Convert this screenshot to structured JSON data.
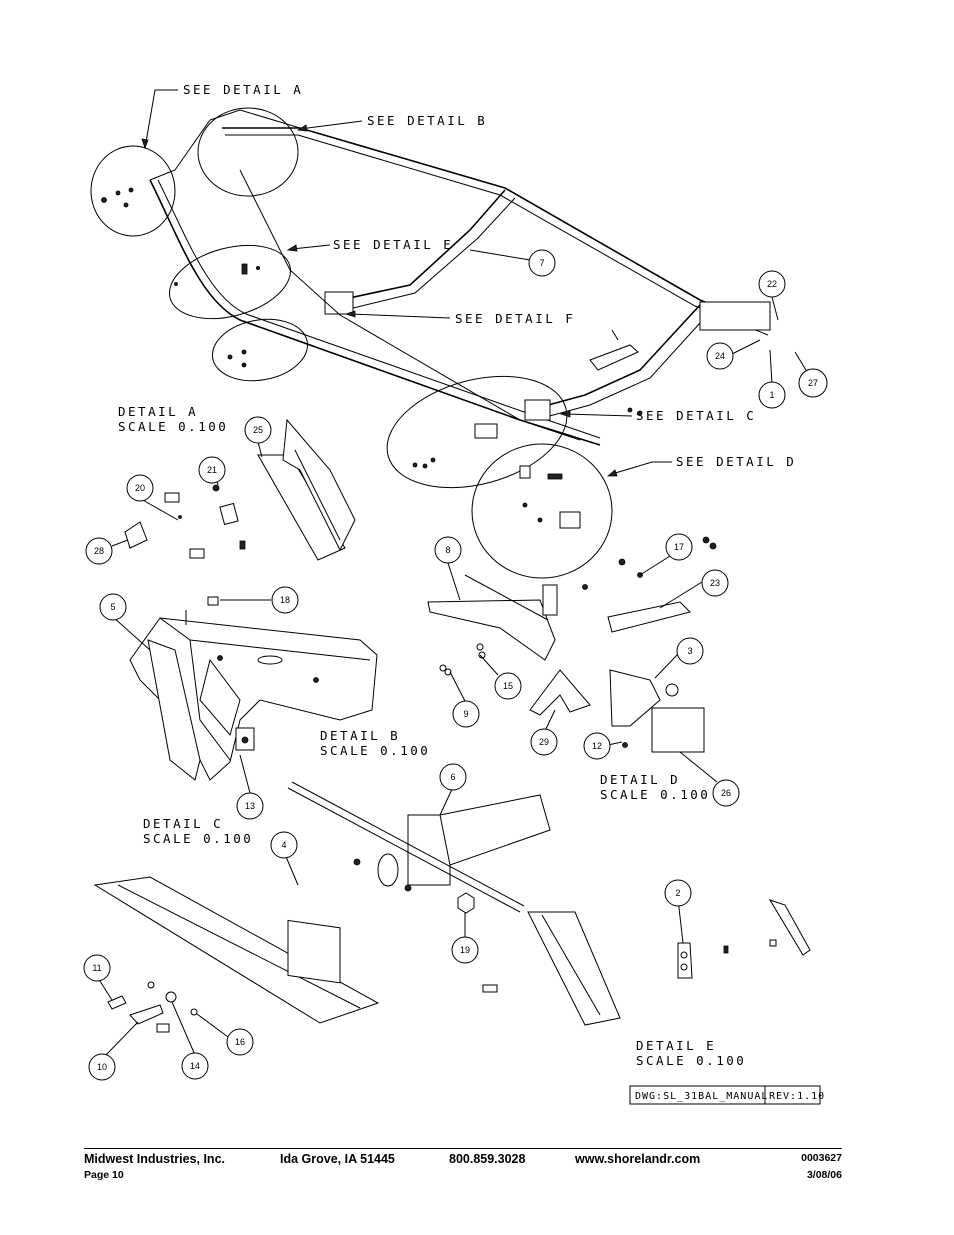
{
  "labels": {
    "see_detail_a": "SEE DETAIL A",
    "see_detail_b": "SEE DETAIL B",
    "see_detail_e": "SEE DETAIL E",
    "see_detail_f": "SEE DETAIL F",
    "see_detail_c": "SEE DETAIL C",
    "see_detail_d": "SEE DETAIL D"
  },
  "details": {
    "a": {
      "title": "DETAIL A",
      "scale": "SCALE 0.100"
    },
    "b": {
      "title": "DETAIL B",
      "scale": "SCALE 0.100"
    },
    "c": {
      "title": "DETAIL C",
      "scale": "SCALE 0.100"
    },
    "d": {
      "title": "DETAIL D",
      "scale": "SCALE 0.100"
    },
    "e": {
      "title": "DETAIL E",
      "scale": "SCALE 0.100"
    }
  },
  "callouts": [
    "1",
    "2",
    "3",
    "4",
    "5",
    "6",
    "7",
    "8",
    "9",
    "10",
    "11",
    "12",
    "13",
    "14",
    "15",
    "16",
    "17",
    "18",
    "19",
    "20",
    "21",
    "22",
    "23",
    "24",
    "25",
    "26",
    "27",
    "28",
    "29"
  ],
  "title_block": {
    "dwg": "DWG:SL_31BAL_MANUAL",
    "rev": "REV:1.10"
  },
  "footer": {
    "company": "Midwest Industries, Inc.",
    "city": "Ida Grove, IA  51445",
    "phone": "800.859.3028",
    "website": "www.shorelandr.com",
    "doc_number": "0003627",
    "page": "Page 10",
    "date": "3/08/06"
  }
}
